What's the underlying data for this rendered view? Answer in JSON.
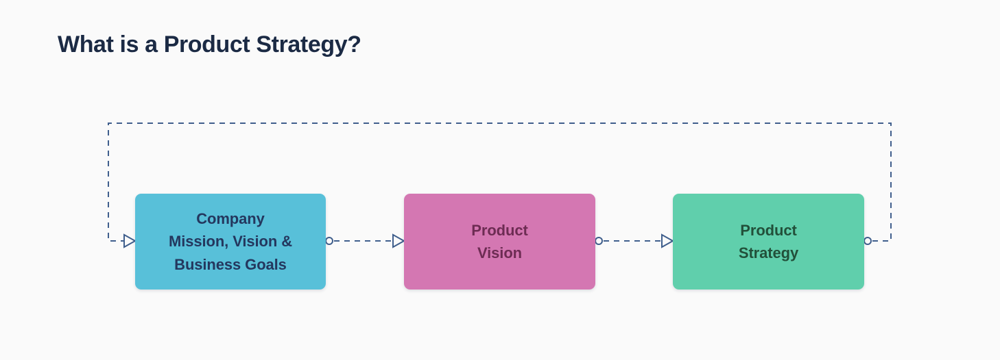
{
  "page": {
    "title": "What is a Product Strategy?",
    "background_color": "#fafafa",
    "title_color": "#1b2a44"
  },
  "diagram": {
    "type": "flow-diagram",
    "connector_color": "#3f5e8c",
    "connector_style": "dashed",
    "source_endpoint": "circle",
    "target_endpoint": "arrowhead",
    "nodes": [
      {
        "id": "company",
        "label": "Company\nMission, Vision &\nBusiness Goals",
        "fill": "#58c0d9",
        "text_color": "#24375e"
      },
      {
        "id": "vision",
        "label": "Product\nVision",
        "fill": "#d477b2",
        "text_color": "#6d2c53"
      },
      {
        "id": "strategy",
        "label": "Product\nStrategy",
        "fill": "#60cfac",
        "text_color": "#22503a"
      }
    ],
    "edges": [
      {
        "id": "edge-company-to-vision",
        "from": "company",
        "to": "vision"
      },
      {
        "id": "edge-vision-to-strategy",
        "from": "vision",
        "to": "strategy"
      },
      {
        "id": "edge-strategy-to-company-feedback",
        "from": "strategy",
        "to": "company"
      }
    ]
  }
}
